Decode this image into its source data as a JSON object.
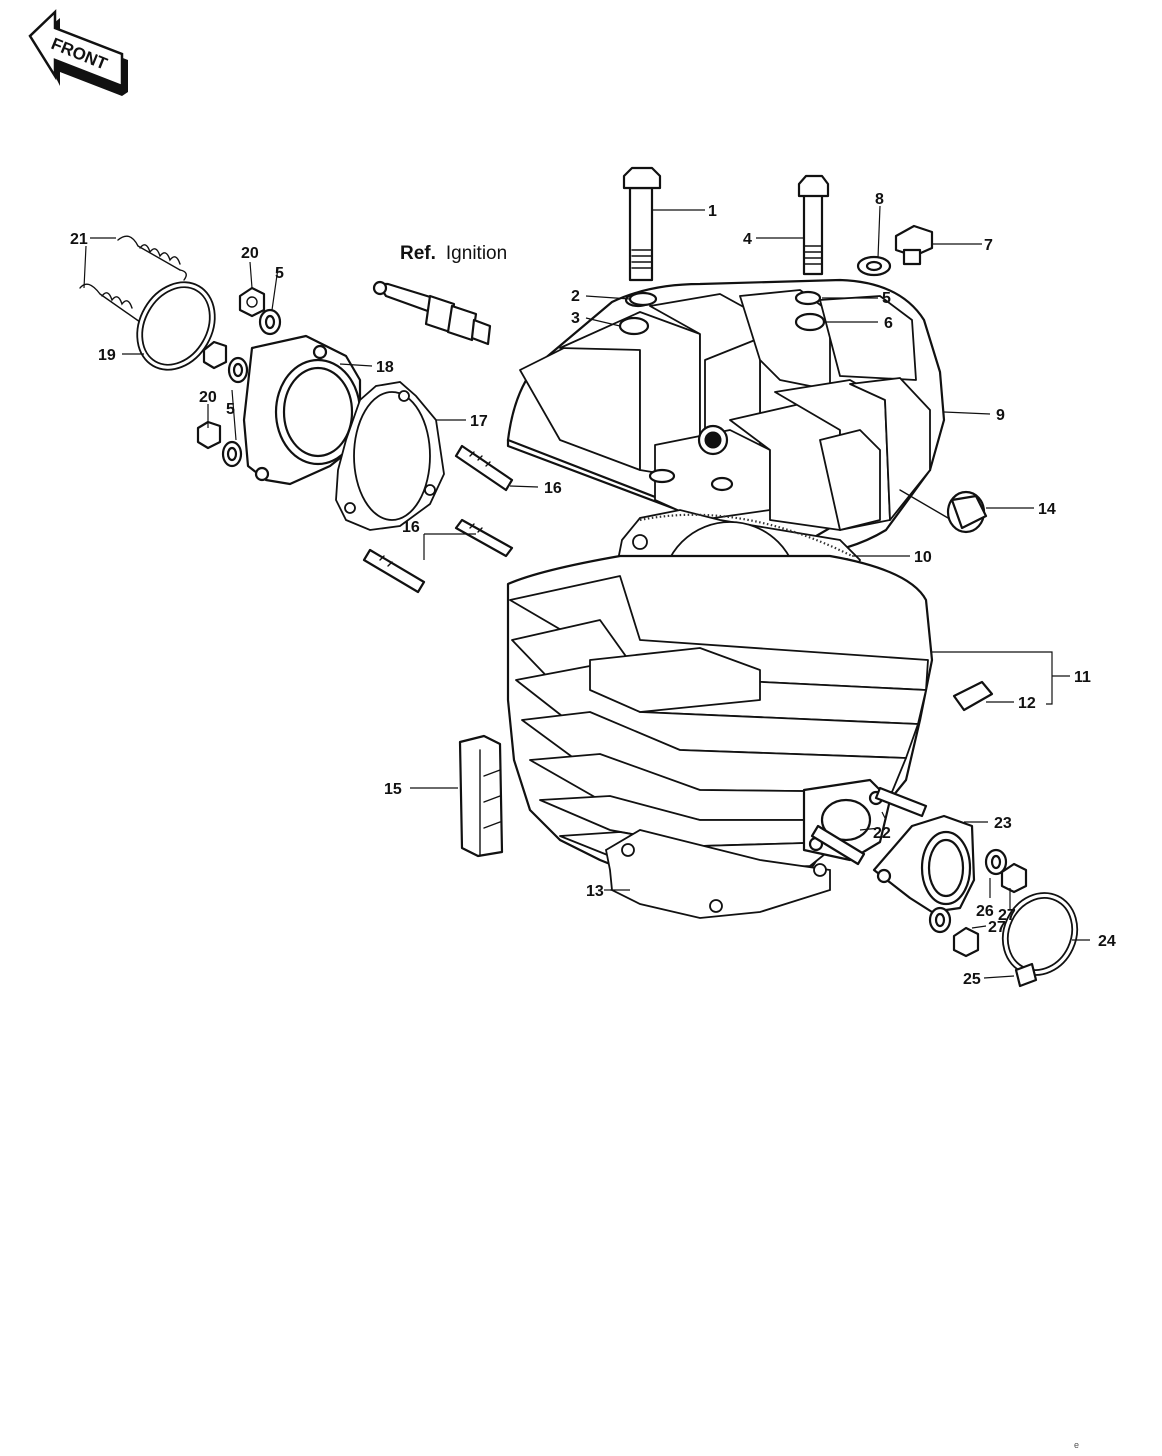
{
  "front_arrow": {
    "label": "FRONT"
  },
  "reference": {
    "prefix": "Ref.",
    "text": "Ignition"
  },
  "callouts": {
    "c1": "1",
    "c2": "2",
    "c3": "3",
    "c4": "4",
    "c5a": "5",
    "c5b": "5",
    "c5c": "5",
    "c6": "6",
    "c7": "7",
    "c8": "8",
    "c9": "9",
    "c10": "10",
    "c11": "11",
    "c12": "12",
    "c13": "13",
    "c14": "14",
    "c15": "15",
    "c16a": "16",
    "c16b": "16",
    "c17": "17",
    "c18": "18",
    "c19": "19",
    "c20a": "20",
    "c20b": "20",
    "c21": "21",
    "c22": "22",
    "c23": "23",
    "c24": "24",
    "c25": "25",
    "c26": "26",
    "c27a": "27",
    "c27b": "27"
  },
  "corner_mark": "e"
}
